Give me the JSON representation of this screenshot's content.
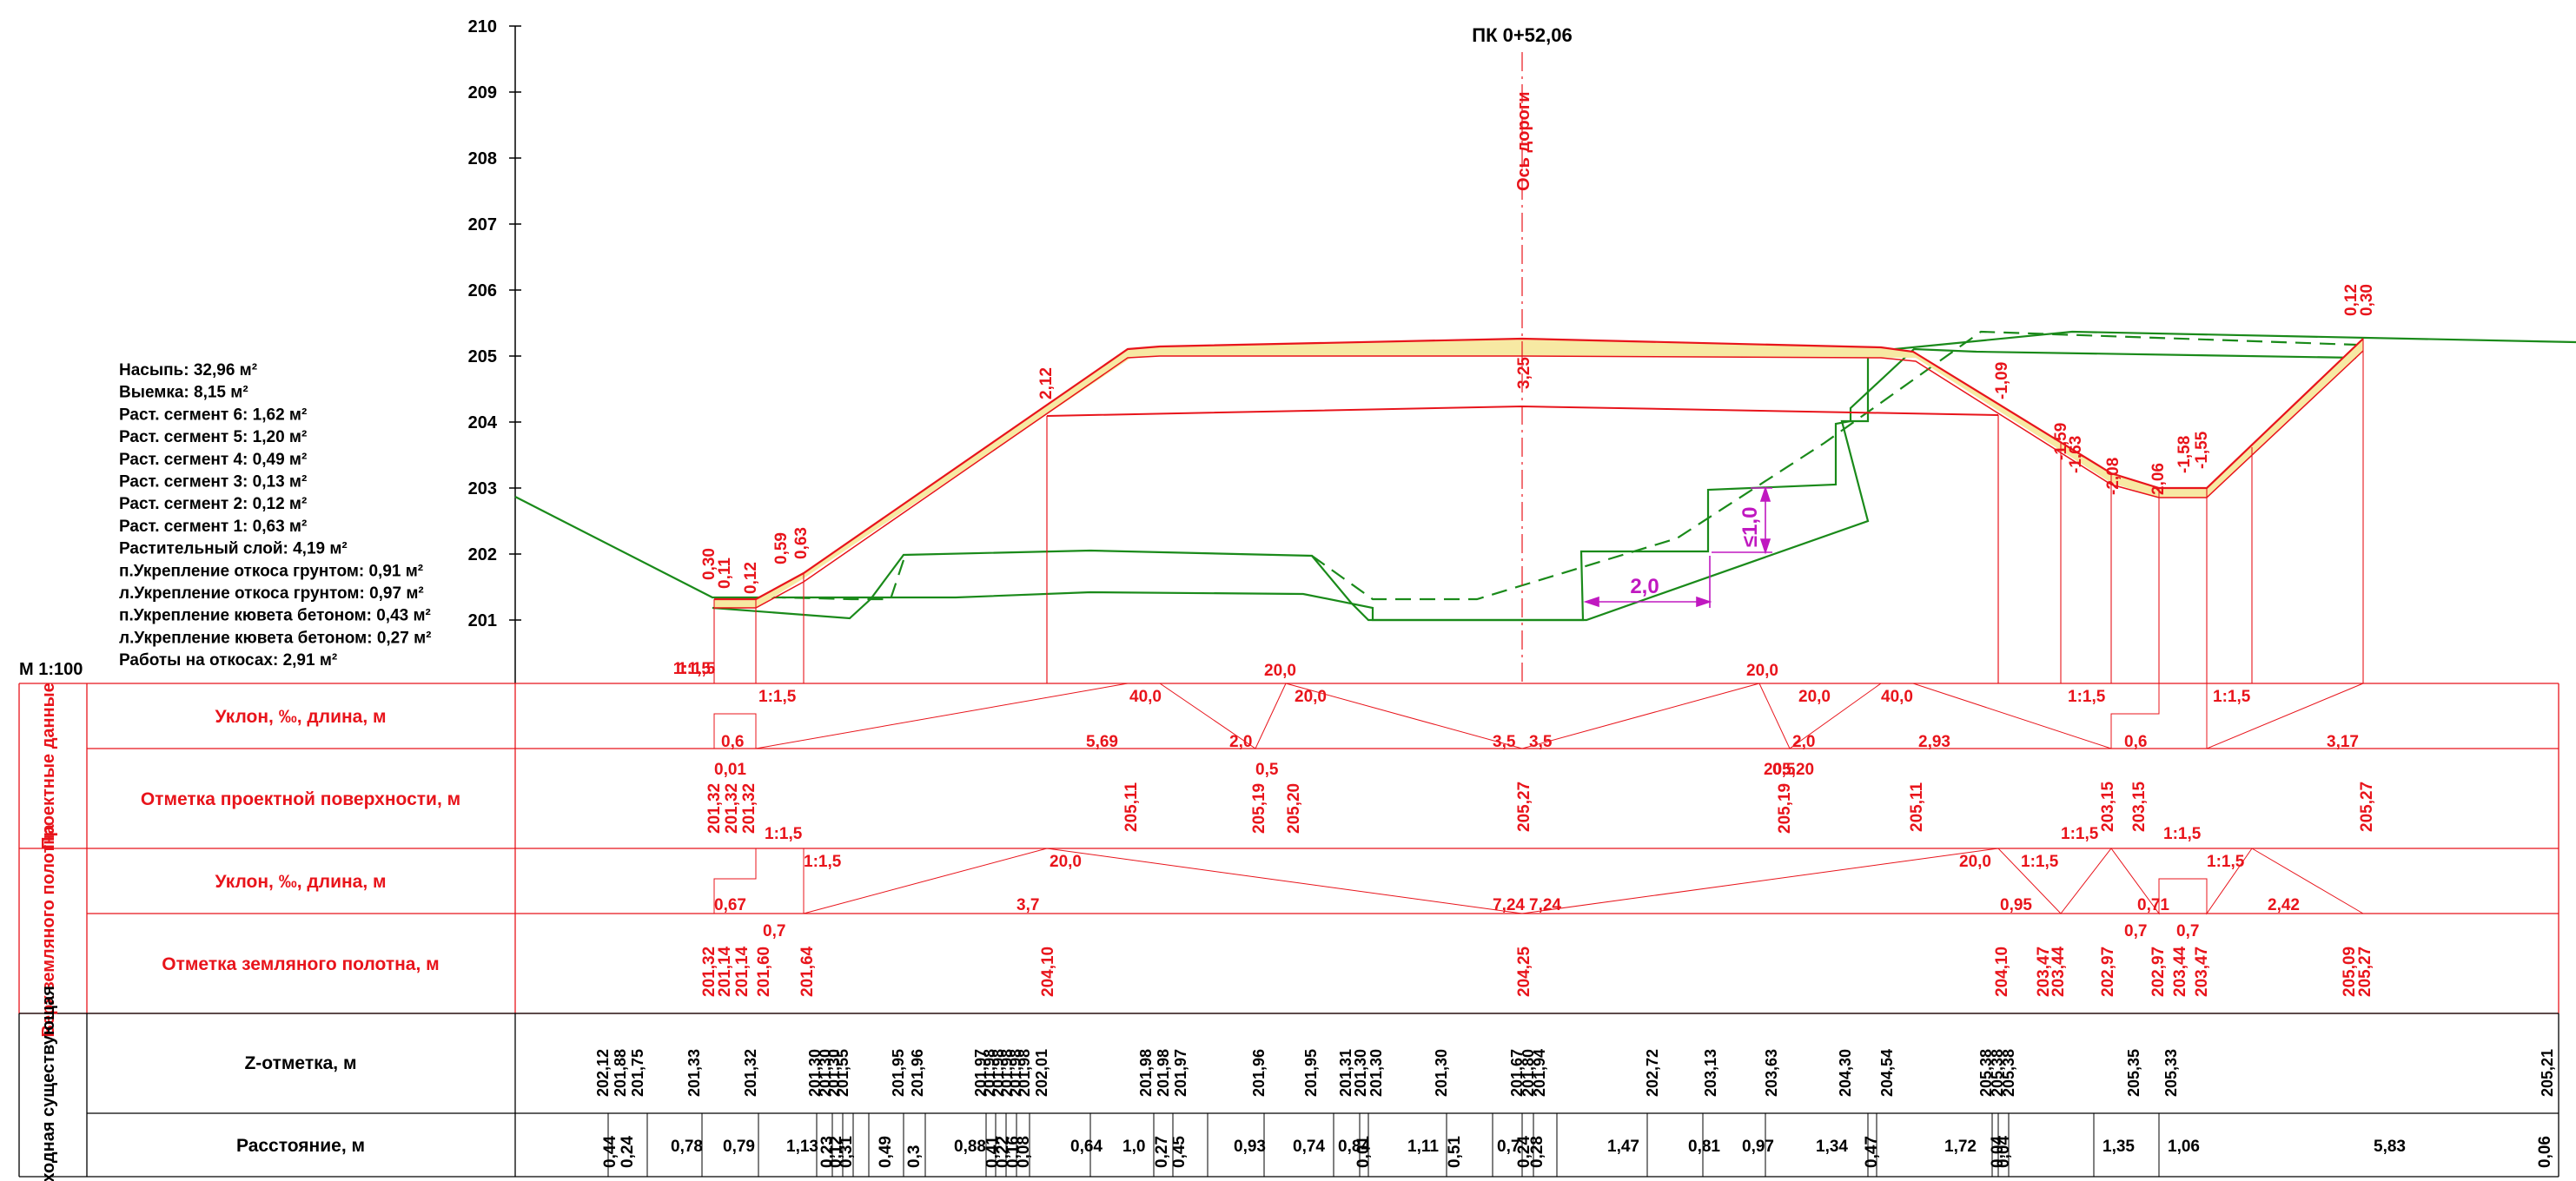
{
  "title": "ПК 0+52,06",
  "scale": "М 1:100",
  "axis_label": "Ось дороги",
  "y_ticks": [
    "201",
    "202",
    "203",
    "204",
    "205",
    "206",
    "207",
    "208",
    "209",
    "210"
  ],
  "summary": [
    "Насыпь: 32,96 м²",
    "Выемка: 8,15 м²",
    "Раст. сегмент 6: 1,62 м²",
    "Раст. сегмент 5: 1,20 м²",
    "Раст. сегмент 4: 0,49 м²",
    "Раст. сегмент 3: 0,13 м²",
    "Раст. сегмент 2: 0,12 м²",
    "Раст. сегмент 1: 0,63 м²",
    "Растительный слой: 4,19 м²",
    "п.Укрепление откоса грунтом: 0,91 м²",
    "л.Укрепление откоса грунтом: 0,97 м²",
    "п.Укрепление кювета бетоном: 0,43 м²",
    "л.Укрепление кювета бетоном: 0,27 м²",
    "Работы на откосах: 2,91 м²"
  ],
  "dims": {
    "width": "2,0",
    "height": "≤1,0"
  },
  "profile_labels": [
    {
      "t": "0,30"
    },
    {
      "t": "0,11"
    },
    {
      "t": "0,12"
    },
    {
      "t": "0,59"
    },
    {
      "t": "0,63"
    },
    {
      "t": "2,12"
    },
    {
      "t": "3,25"
    },
    {
      "t": "-1,09"
    },
    {
      "t": "-1,59"
    },
    {
      "t": "-1,63"
    },
    {
      "t": "-2,08"
    },
    {
      "t": "2,06"
    },
    {
      "t": "-1,58"
    },
    {
      "t": "-1,55"
    },
    {
      "t": "0,12"
    },
    {
      "t": "0,30"
    }
  ],
  "slope_labels_top": [
    "1:1,5",
    "1:1,5"
  ],
  "groups": {
    "design": "Проектные данные",
    "subgrade": "Верх земляного полотна",
    "existing": "Исходная существующая"
  },
  "rows": {
    "r1": "Уклон, ‰, длина, м",
    "r2": "Отметка проектной поверхности, м",
    "r3": "Уклон, ‰, длина, м",
    "r4": "Отметка земляного полотна, м",
    "r5": "Z-отметка, м",
    "r6": "Расстояние, м"
  },
  "row1_values": [
    "1:1,5",
    "1:1,5",
    "40,0",
    "20,0",
    "20,0",
    "20,0",
    "20,0",
    "40,0",
    "1:1,5",
    "1:1,5",
    "0,6",
    "5,69",
    "2,0",
    "3,5",
    "3,5",
    "2,0",
    "2,93",
    "0,6",
    "3,17"
  ],
  "row2_values": [
    "0,01",
    "201,32",
    "201,32",
    "201,32",
    "205,11",
    "0,5",
    "205,19",
    "205,20",
    "205,27",
    "205,20",
    "0,5",
    "205,19",
    "205,11",
    "203,15",
    "203,15",
    "205,27"
  ],
  "row3_values": [
    "1:1,5",
    "1:1,5",
    "20,0",
    "20,0",
    "1:1,5",
    "1:1,5",
    "1:1,5",
    "1:1,5",
    "0,67",
    "3,7",
    "7,24",
    "7,24",
    "0,95",
    "0,71",
    "2,42"
  ],
  "row4_values": [
    "0,7",
    "201,32",
    "201,14",
    "201,14",
    "201,60",
    "201,64",
    "204,10",
    "204,25",
    "204,10",
    "0,7",
    "203,47",
    "203,44",
    "202,97",
    "0,7",
    "202,97",
    "203,44",
    "203,47",
    "205,09",
    "205,27"
  ],
  "row5_values": [
    "202,12",
    "201,88",
    "201,75",
    "201,33",
    "201,32",
    "201,30",
    "201,30",
    "201,30",
    "201,55",
    "201,95",
    "201,96",
    "201,97",
    "201,98",
    "201,98",
    "201,98",
    "201,98",
    "201,98",
    "202,01",
    "201,98",
    "201,98",
    "201,97",
    "201,96",
    "201,95",
    "201,31",
    "201,30",
    "201,30",
    "201,30",
    "201,67",
    "201,80",
    "201,94",
    "202,72",
    "203,13",
    "203,63",
    "204,30",
    "204,54",
    "205,38",
    "205,38",
    "205,38",
    "205,35",
    "205,33",
    "205,21"
  ],
  "row6_values": [
    "0,44",
    "0,24",
    "0,78",
    "0,79",
    "1,13",
    "0,23",
    "0,12",
    "0,31",
    "0,49",
    "0,3",
    "0,88",
    "0,41",
    "0,22",
    "0,16",
    "0,08",
    "0,64",
    "1,0",
    "0,27",
    "0,45",
    "0,93",
    "0,74",
    "0,84",
    "0,01",
    "1,11",
    "0,51",
    "0,7",
    "0,24",
    "0,28",
    "1,47",
    "0,81",
    "0,97",
    "1,34",
    "0,47",
    "1,72",
    "0,04",
    "0,04",
    "1,35",
    "1,06",
    "5,83",
    "0,06"
  ],
  "colors": {
    "design": "#e8141b",
    "ground": "#1a8a1a",
    "fill": "#f7e9a3",
    "dim": "#c018c0",
    "grid": "#e8141b",
    "text": "#000000"
  }
}
